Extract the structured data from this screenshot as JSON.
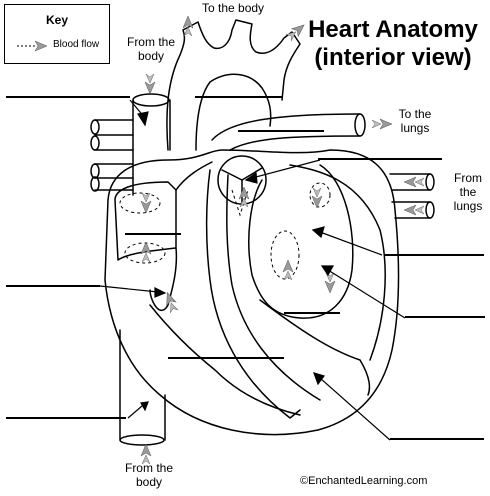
{
  "title": {
    "line1": "Heart Anatomy",
    "line2": "(interior view)"
  },
  "key": {
    "title": "Key",
    "blood_flow_label": "Blood flow"
  },
  "labels": {
    "to_the_body": "To the body",
    "from_the_body_top_line1": "From the",
    "from_the_body_top_line2": "body",
    "to_the_lungs_line1": "To the",
    "to_the_lungs_line2": "lungs",
    "from_the_lungs_line1": "From",
    "from_the_lungs_line2": "the",
    "from_the_lungs_line3": "lungs",
    "from_the_body_bottom_line1": "From the",
    "from_the_body_bottom_line2": "body"
  },
  "credit": "©EnchantedLearning.com",
  "colors": {
    "ink": "#000000",
    "flow_arrow": "#9a9a9a",
    "background": "#ffffff"
  },
  "icons": {
    "flow_arrow": "dashed-gray-arrow-icon",
    "pointer": "black-pointer-arrow-icon"
  }
}
